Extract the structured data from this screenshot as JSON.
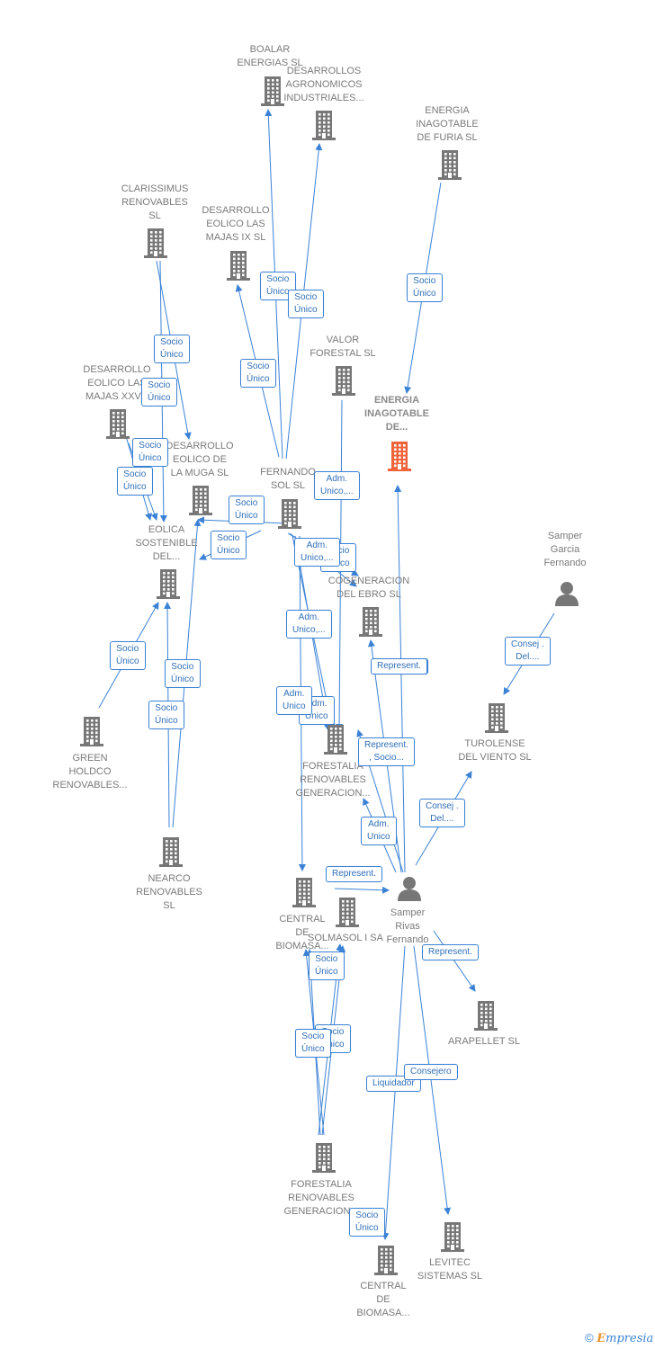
{
  "colors": {
    "edge": "#3b82d6",
    "node": "#777777",
    "focus": "#f0623a"
  },
  "nodes": [
    {
      "id": "boalar",
      "label": "BOALAR\nENERGIAS  SL",
      "type": "company",
      "icon": "building-icon"
    },
    {
      "id": "agron",
      "label": "DESARROLLOS\nAGRONOMICOS\nINDUSTRIALES...",
      "type": "company",
      "icon": "building-icon"
    },
    {
      "id": "furia",
      "label": "ENERGIA\nINAGOTABLE\nDE FURIA  SL",
      "type": "company",
      "icon": "building-icon"
    },
    {
      "id": "clar",
      "label": "CLARISSIMUS\nRENOVABLES\nSL",
      "type": "company",
      "icon": "building-icon"
    },
    {
      "id": "majas9",
      "label": "DESARROLLO\nEOLICO LAS\nMAJAS IX  SL",
      "type": "company",
      "icon": "building-icon"
    },
    {
      "id": "valor",
      "label": "VALOR\nFORESTAL SL",
      "type": "company",
      "icon": "building-icon"
    },
    {
      "id": "main",
      "label": "ENERGIA\nINAGOTABLE\nDE...",
      "type": "focus",
      "icon": "building-icon"
    },
    {
      "id": "majas25",
      "label": "DESARROLLO\nEOLICO LAS\nMAJAS XXV...",
      "type": "company",
      "icon": "building-icon"
    },
    {
      "id": "muga",
      "label": "DESARROLLO\nEOLICO DE\nLA MUGA SL",
      "type": "company",
      "icon": "building-icon"
    },
    {
      "id": "fernando",
      "label": "FERNANDO\nSOL SL",
      "type": "company",
      "icon": "building-icon"
    },
    {
      "id": "eolica",
      "label": "EOLICA\nSOSTENIBLE\nDEL...",
      "type": "company",
      "icon": "building-icon"
    },
    {
      "id": "sgf",
      "label": "Samper\nGarcia\nFernando",
      "type": "person",
      "icon": "person-icon"
    },
    {
      "id": "cogen",
      "label": "COGENERACION\nDEL EBRO  SL",
      "type": "company",
      "icon": "building-icon"
    },
    {
      "id": "green",
      "label": "GREEN\nHOLDCO\nRENOVABLES...",
      "type": "company",
      "icon": "building-icon"
    },
    {
      "id": "turo",
      "label": "TUROLENSE\nDEL VIENTO SL",
      "type": "company",
      "icon": "building-icon"
    },
    {
      "id": "forest1",
      "label": "FORESTALIA\nRENOVABLES\nGENERACION...",
      "type": "company",
      "icon": "building-icon"
    },
    {
      "id": "nearco",
      "label": "NEARCO\nRENOVABLES\nSL",
      "type": "company",
      "icon": "building-icon"
    },
    {
      "id": "central1",
      "label": "CENTRAL\nDE\nBIOMASA...",
      "type": "company",
      "icon": "building-icon"
    },
    {
      "id": "solmasol",
      "label": "SOLMASOL I SA",
      "type": "company",
      "icon": "building-icon"
    },
    {
      "id": "srf",
      "label": "Samper\nRivas\nFernando",
      "type": "person",
      "icon": "person-icon"
    },
    {
      "id": "arapellet",
      "label": "ARAPELLET  SL",
      "type": "company",
      "icon": "building-icon"
    },
    {
      "id": "forest2",
      "label": "FORESTALIA\nRENOVABLES\nGENERACION...",
      "type": "company",
      "icon": "building-icon"
    },
    {
      "id": "central2",
      "label": "CENTRAL\nDE\nBIOMASA...",
      "type": "company",
      "icon": "building-icon"
    },
    {
      "id": "levitec",
      "label": "LEVITEC\nSISTEMAS  SL",
      "type": "company",
      "icon": "building-icon"
    }
  ],
  "edges": [
    {
      "from": "fernando",
      "to": "boalar",
      "label": "Socio\nÚnico"
    },
    {
      "from": "fernando",
      "to": "agron",
      "label": "Socio\nÚnico"
    },
    {
      "from": "fernando",
      "to": "majas9",
      "label": "Socio\nÚnico"
    },
    {
      "from": "fernando",
      "to": "muga",
      "label": "Socio\nÚnico"
    },
    {
      "from": "fernando",
      "to": "eolica",
      "label": "Socio\nÚnico"
    },
    {
      "from": "furia",
      "to": "main",
      "label": "Socio\nÚnico"
    },
    {
      "from": "clar",
      "to": "muga",
      "label": "Socio\nÚnico"
    },
    {
      "from": "clar",
      "to": "eolica",
      "label": "Socio\nÚnico"
    },
    {
      "from": "majas25",
      "to": "eolica",
      "label": "Socio\nÚnico"
    },
    {
      "from": "majas25",
      "to": "eolica",
      "label": "Socio\nÚnico"
    },
    {
      "from": "green",
      "to": "eolica",
      "label": "Socio\nÚnico"
    },
    {
      "from": "nearco",
      "to": "muga",
      "label": "Socio\nÚnico"
    },
    {
      "from": "nearco",
      "to": "eolica",
      "label": "Socio\nÚnico"
    },
    {
      "from": "fernando",
      "to": "valor",
      "label": "Adm.\nUnico,..."
    },
    {
      "from": "fernando",
      "to": "cogen",
      "label": "Socio\nÚnico"
    },
    {
      "from": "fernando",
      "to": "cogen",
      "label": "Adm.\nUnico,..."
    },
    {
      "from": "fernando",
      "to": "forest1",
      "label": "Adm.\nUnico,..."
    },
    {
      "from": "fernando",
      "to": "forest1",
      "label": "Adm.\nUnico"
    },
    {
      "from": "fernando",
      "to": "central1",
      "label": "Adm.\nUnico"
    },
    {
      "from": "srf",
      "to": "main",
      "label": "Represent."
    },
    {
      "from": "srf",
      "to": "cogen",
      "label": "Represent."
    },
    {
      "from": "srf",
      "to": "forest1",
      "label": "Represent.\n, Socio..."
    },
    {
      "from": "srf",
      "to": "forest1",
      "label": "Adm.\nUnico"
    },
    {
      "from": "srf",
      "to": "turo",
      "label": "Consej .\nDel...."
    },
    {
      "from": "sgf",
      "to": "turo",
      "label": "Consej .\nDel...."
    },
    {
      "from": "fernando",
      "to": "srf",
      "label": "Represent."
    },
    {
      "from": "srf",
      "to": "arapellet",
      "label": "Represent."
    },
    {
      "from": "srf",
      "to": "central2",
      "label": "Liquidador"
    },
    {
      "from": "srf",
      "to": "levitec",
      "label": "Consejero"
    },
    {
      "from": "forest2",
      "to": "solmasol",
      "label": "Socio\nÚnico"
    },
    {
      "from": "forest2",
      "to": "solmasol",
      "label": "Socio\nÚnico"
    },
    {
      "from": "forest2",
      "to": "central1",
      "label": "Socio\nÚnico"
    },
    {
      "from": "forest2",
      "to": "central1",
      "label": "Socio\nÚnico"
    },
    {
      "from": "central2",
      "to": "central2",
      "label": "Socio\nÚnico"
    }
  ],
  "footer": {
    "copyright": "©",
    "brand_first": "E",
    "brand_rest": "mpresia"
  }
}
